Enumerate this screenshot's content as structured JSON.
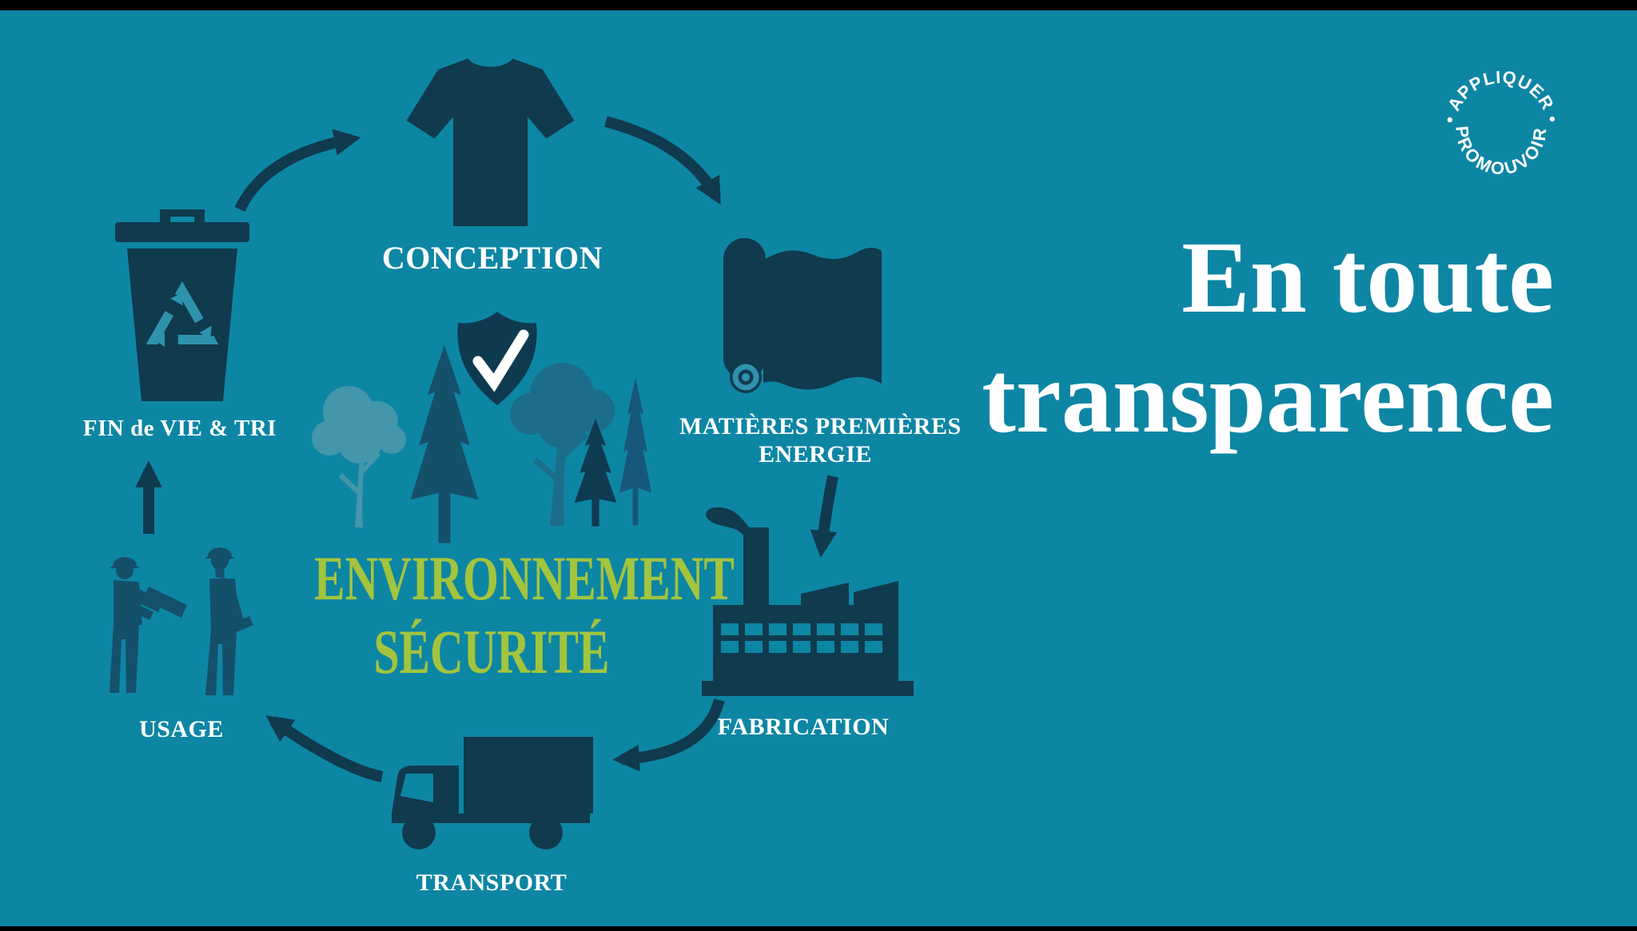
{
  "slide": {
    "description": "Product lifecycle infographic on teal background with letterbox bars"
  },
  "title": {
    "line1": "En toute",
    "line2": "transparence"
  },
  "badge": {
    "top_text": "• APPLIQUER •",
    "bottom_text": "PROMOUVOIR"
  },
  "center": {
    "line1": "ENVIRONNEMENT",
    "line2": "SÉCURITÉ"
  },
  "stages": [
    {
      "id": "conception",
      "label": "CONCEPTION"
    },
    {
      "id": "matieres",
      "label": "MATIÈRES PREMIÈRES",
      "label2": "ENERGIE"
    },
    {
      "id": "fabrication",
      "label": "FABRICATION"
    },
    {
      "id": "transport",
      "label": "TRANSPORT"
    },
    {
      "id": "usage",
      "label": "USAGE"
    },
    {
      "id": "fin_de_vie",
      "label": "FIN de VIE & TRI"
    }
  ],
  "icons": [
    "t-shirt-icon",
    "fabric-roll-icon",
    "factory-icon",
    "truck-icon",
    "workers-icon",
    "recycle-bin-icon",
    "shield-check-icon",
    "trees-graphic",
    "cycle-arrows",
    "up-arrow"
  ],
  "colors": {
    "background": "#0d86a4",
    "dark_navy": "#103a4e",
    "mid_teal": "#15506b",
    "leafy_teal": "#1b6d8a",
    "pale_teal": "#4496ab",
    "light_ring": "#2f92ad",
    "green_text": "#a3c43d",
    "white": "#ffffff",
    "letterbox": "#000000"
  }
}
